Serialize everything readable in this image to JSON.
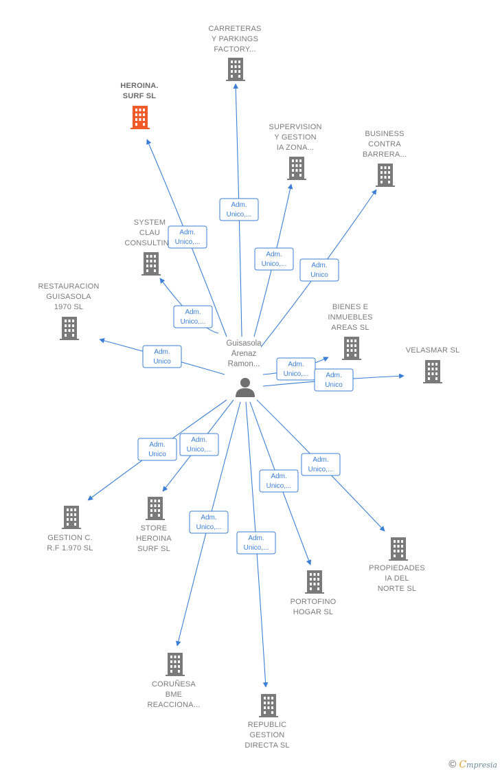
{
  "colors": {
    "edge": "#3a7fd5",
    "building": "#7a7a7a",
    "highlight": "#f05a28",
    "person": "#6f6f6f"
  },
  "center": {
    "name": [
      "Guisasola",
      "Arenaz",
      "Ramon..."
    ],
    "icon": "person-icon"
  },
  "nodes": [
    {
      "id": "carreteras",
      "label": [
        "CARRETERAS",
        "Y PARKINGS",
        "FACTORY..."
      ],
      "highlight": false,
      "rel": [
        "Adm.",
        "Unico,..."
      ]
    },
    {
      "id": "heroina",
      "label": [
        "HEROINA.",
        "SURF  SL"
      ],
      "highlight": true,
      "rel": [
        "Adm.",
        "Unico,..."
      ]
    },
    {
      "id": "supervision",
      "label": [
        "SUPERVISION",
        "Y GESTION",
        "IA ZONA..."
      ],
      "highlight": false,
      "rel": [
        "Adm.",
        "Unico,..."
      ]
    },
    {
      "id": "business",
      "label": [
        "BUSINESS",
        "CONTRA",
        "BARRERA..."
      ],
      "highlight": false,
      "rel": [
        "Adm.",
        "Unico"
      ]
    },
    {
      "id": "system",
      "label": [
        "SYSTEM",
        "CLAU",
        "CONSULTING"
      ],
      "highlight": false,
      "rel": [
        "Adm.",
        "Unico,..."
      ]
    },
    {
      "id": "restauracion",
      "label": [
        "RESTAURACION",
        "GUISASOLA",
        "1970 SL"
      ],
      "highlight": false,
      "rel": [
        "Adm.",
        "Unico"
      ]
    },
    {
      "id": "bienes",
      "label": [
        "BIENES E",
        "INMUEBLES",
        "AREAS  SL"
      ],
      "highlight": false,
      "rel": [
        "Adm.",
        "Unico,..."
      ]
    },
    {
      "id": "velasmar",
      "label": [
        "VELASMAR  SL"
      ],
      "highlight": false,
      "rel": [
        "Adm.",
        "Unico"
      ]
    },
    {
      "id": "gestionc",
      "label": [
        "GESTION C.",
        "R.F 1.970  SL"
      ],
      "highlight": false,
      "rel": [
        "Adm.",
        "Unico"
      ]
    },
    {
      "id": "store",
      "label": [
        "STORE",
        "HEROINA",
        "SURF  SL"
      ],
      "highlight": false,
      "rel": [
        "Adm.",
        "Unico,..."
      ]
    },
    {
      "id": "propiedades",
      "label": [
        "PROPIEDADES",
        "IA DEL",
        "NORTE  SL"
      ],
      "highlight": false,
      "rel": [
        "Adm.",
        "Unico,..."
      ]
    },
    {
      "id": "portofino",
      "label": [
        "PORTOFINO",
        "HOGAR  SL"
      ],
      "highlight": false,
      "rel": [
        "Adm.",
        "Unico,..."
      ]
    },
    {
      "id": "corunesa",
      "label": [
        "CORUÑESA",
        "BME",
        "REACCIONA..."
      ],
      "highlight": false,
      "rel": [
        "Adm.",
        "Unico,..."
      ]
    },
    {
      "id": "republic",
      "label": [
        "REPUBLIC",
        "GESTION",
        "DIRECTA  SL"
      ],
      "highlight": false,
      "rel": [
        "Adm.",
        "Unico,..."
      ]
    }
  ],
  "footer": {
    "copyright": "©",
    "brand_initial": "C",
    "brand_rest": "mpresia"
  }
}
